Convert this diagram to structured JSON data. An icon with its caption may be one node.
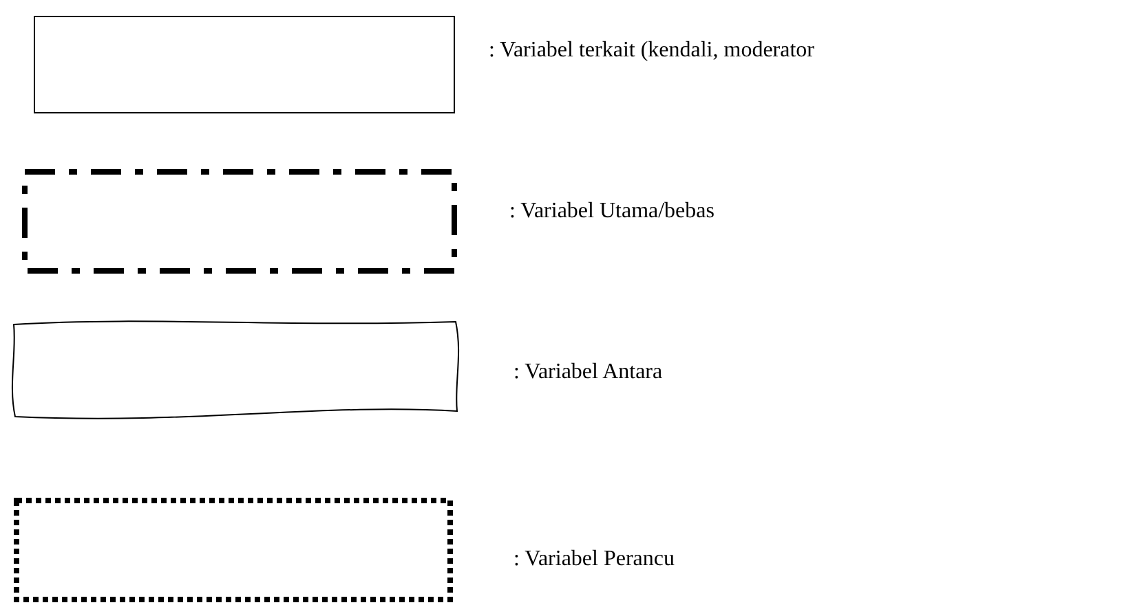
{
  "diagram": {
    "nodes": [
      {
        "text": [],
        "shape": "box"
      },
      {
        "text": [],
        "shape": "box"
      },
      {
        "text": [],
        "shape": "box"
      },
      {
        "text": [],
        "shape": "box"
      }
    ],
    "legend": [
      {
        "text": ": Variabel terkait (kendali, moderator"
      },
      {
        "text": ": Variabel Utama/bebas"
      },
      {
        "text": ": Variabel Antara"
      },
      {
        "text": ": Variabel Perancu"
      }
    ]
  }
}
